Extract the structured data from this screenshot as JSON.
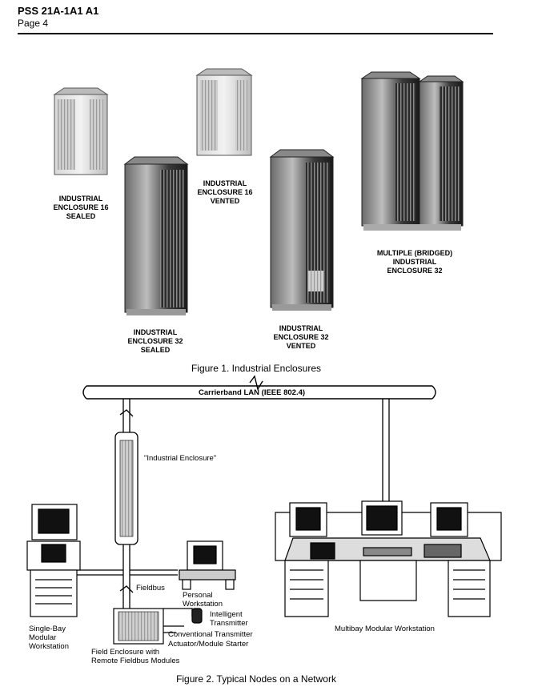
{
  "header": {
    "doc_id": "PSS 21A-1A1 A1",
    "page": "Page 4"
  },
  "figure1": {
    "caption": "Figure 1. Industrial Enclosures",
    "labels": {
      "ie16_sealed": "INDUSTRIAL\nENCLOSURE 16\nSEALED",
      "ie16_vented": "INDUSTRIAL\nENCLOSURE 16\nVENTED",
      "ie32_sealed": "INDUSTRIAL\nENCLOSURE 32\nSEALED",
      "ie32_vented": "INDUSTRIAL\nENCLOSURE 32\nVENTED",
      "multiple": "MULTIPLE (BRIDGED)\nINDUSTRIAL\nENCLOSURE 32"
    }
  },
  "figure2": {
    "caption": "Figure 2. Typical Nodes on a Network",
    "lan": "Carrierband LAN (IEEE 802.4)",
    "industrial_enclosure": "\"Industrial Enclosure\"",
    "fieldbus": "Fieldbus",
    "personal_ws": "Personal\nWorkstation",
    "intelligent_tx": "Intelligent\nTransmitter",
    "conventional_tx": "Conventional Transmitter",
    "actuator": "Actuator/Module Starter",
    "single_bay": "Single-Bay\nModular\nWorkstation",
    "field_enclosure": "Field Enclosure with\nRemote Fieldbus Modules",
    "multibay": "Multibay Modular Workstation"
  }
}
